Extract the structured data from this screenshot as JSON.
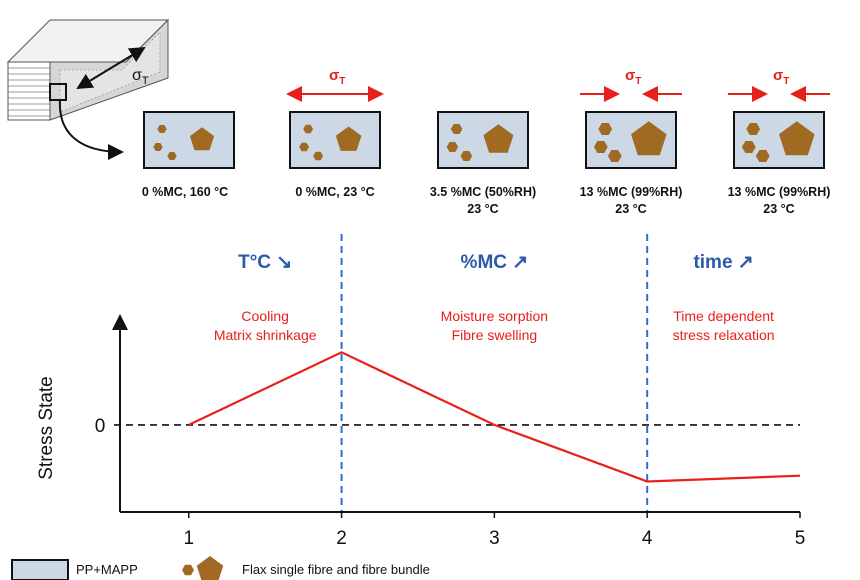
{
  "schematic": {
    "sigma_label": "σ",
    "sigma_sub": "T"
  },
  "states": [
    {
      "caption": [
        "0 %MC, 160 °C"
      ],
      "sigma": "",
      "arrows": "none",
      "scale": 0.85
    },
    {
      "caption": [
        "0 %MC, 23 °C"
      ],
      "sigma": "σ",
      "arrows": "outward",
      "scale": 0.9
    },
    {
      "caption": [
        "3.5 %MC (50%RH)",
        "23 °C"
      ],
      "sigma": "",
      "arrows": "none",
      "scale": 1.05
    },
    {
      "caption": [
        "13 %MC (99%RH)",
        "23 °C"
      ],
      "sigma": "σ",
      "arrows": "inward",
      "scale": 1.25
    },
    {
      "caption": [
        "13 %MC (99%RH)",
        "23 °C"
      ],
      "sigma": "σ",
      "arrows": "inward",
      "scale": 1.25
    }
  ],
  "sigma_sub": "T",
  "phases": [
    {
      "heading": "T°C ↘",
      "desc": [
        "Cooling",
        "Matrix shrinkage"
      ]
    },
    {
      "heading": "%MC ↗",
      "desc": [
        "Moisture sorption",
        "Fibre swelling"
      ]
    },
    {
      "heading": "time ↗",
      "desc": [
        "Time dependent",
        "stress relaxation"
      ]
    }
  ],
  "chart_data": {
    "type": "line",
    "ylabel": "Stress State",
    "xlabel": "",
    "x_ticks": [
      "1",
      "2",
      "3",
      "4",
      "5"
    ],
    "y_ticks": [
      "0"
    ],
    "xlim": [
      0.55,
      5
    ],
    "ylim": [
      -1.2,
      1.5
    ],
    "zero_line": "dashed",
    "phase_boundaries": [
      2,
      4
    ],
    "series": [
      {
        "x": [
          1,
          2,
          3,
          4,
          5
        ],
        "y": [
          0,
          1.0,
          0,
          -0.78,
          -0.7
        ],
        "color": "#e8201a"
      }
    ]
  },
  "legend": [
    {
      "label": "PP+MAPP",
      "kind": "matrix",
      "color": "#cdd8e6"
    },
    {
      "label": "Flax single fibre and fibre bundle",
      "kind": "fibre",
      "color": "#a06a22"
    }
  ],
  "colors": {
    "matrix": "#cdd8e6",
    "fibre": "#a06a22",
    "curve": "#e8201a",
    "phase": "#2a5ba8",
    "boundary": "#2b6fd6"
  }
}
